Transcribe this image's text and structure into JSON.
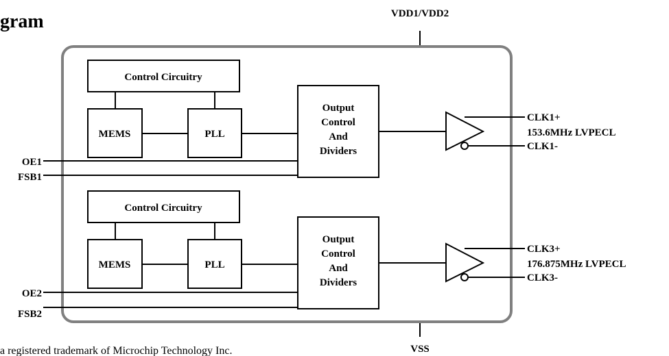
{
  "header": {
    "title_fragment": "gram"
  },
  "supply": {
    "top_pin": "VDD1/VDD2",
    "bottom_pin": "VSS"
  },
  "footer": {
    "trademark_text": "a registered trademark of Microchip Technology Inc."
  },
  "colors": {
    "outline": "#808080",
    "line": "#000000",
    "background": "#ffffff"
  },
  "channels": [
    {
      "control_label": "Control Circuitry",
      "mems_label": "MEMS",
      "pll_label": "PLL",
      "divider_lines": [
        "Output",
        "Control",
        "And",
        "Dividers"
      ],
      "oe_label": "OE1",
      "fsb_label": "FSB1",
      "clk_pos": "CLK1+",
      "clk_neg": "CLK1-",
      "freq_label": "153.6MHz LVPECL"
    },
    {
      "control_label": "Control Circuitry",
      "mems_label": "MEMS",
      "pll_label": "PLL",
      "divider_lines": [
        "Output",
        "Control",
        "And",
        "Dividers"
      ],
      "oe_label": "OE2",
      "fsb_label": "FSB2",
      "clk_pos": "CLK3+",
      "clk_neg": "CLK3-",
      "freq_label": "176.875MHz LVPECL"
    }
  ]
}
